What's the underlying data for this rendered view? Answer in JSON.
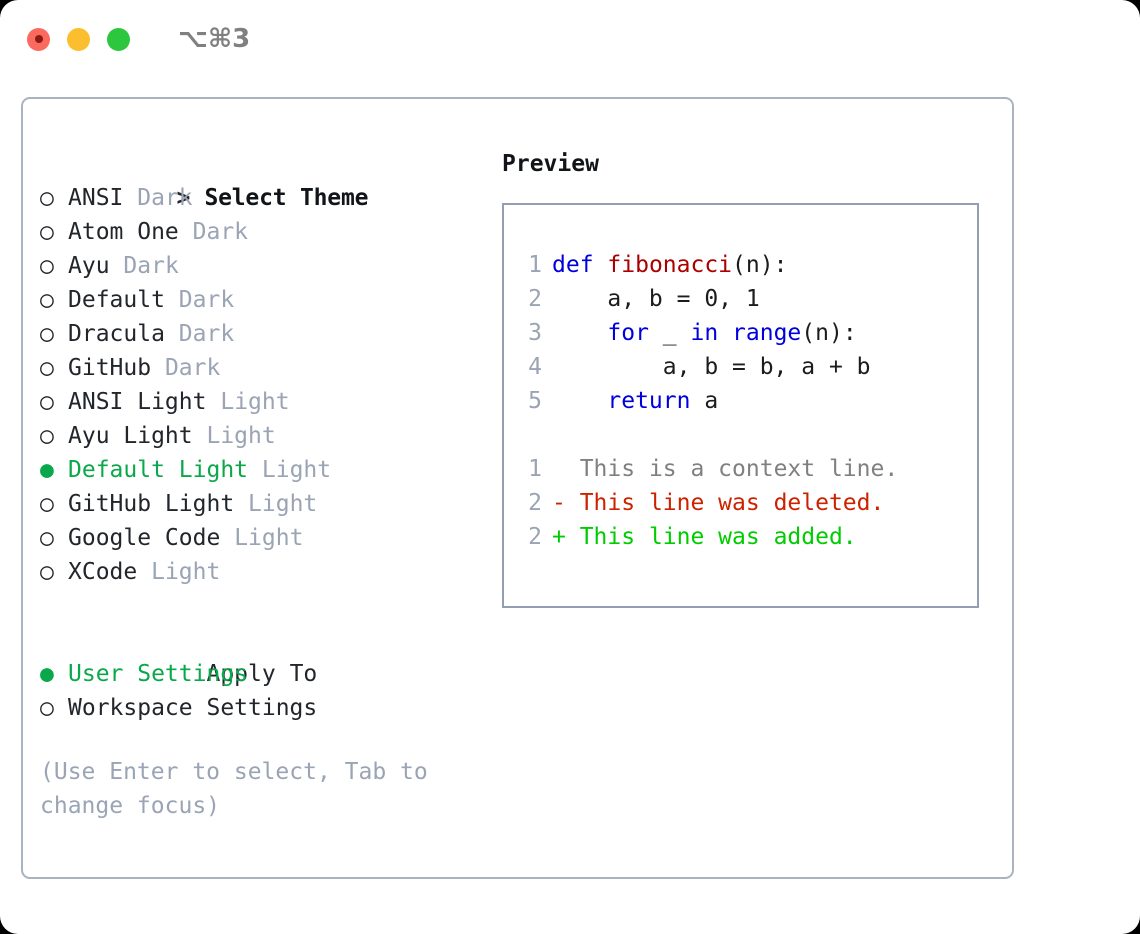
{
  "titlebar": {
    "shortcut": "⌥⌘3",
    "lights": [
      "close",
      "minimize",
      "zoom"
    ]
  },
  "left": {
    "header": "Select Theme",
    "header_prefix": "> ",
    "themes": [
      {
        "marker": "○",
        "name": "ANSI",
        "tag": "Dark",
        "selected": false
      },
      {
        "marker": "○",
        "name": "Atom One",
        "tag": "Dark",
        "selected": false
      },
      {
        "marker": "○",
        "name": "Ayu",
        "tag": "Dark",
        "selected": false
      },
      {
        "marker": "○",
        "name": "Default",
        "tag": "Dark",
        "selected": false
      },
      {
        "marker": "○",
        "name": "Dracula",
        "tag": "Dark",
        "selected": false
      },
      {
        "marker": "○",
        "name": "GitHub",
        "tag": "Dark",
        "selected": false
      },
      {
        "marker": "○",
        "name": "ANSI Light",
        "tag": "Light",
        "selected": false
      },
      {
        "marker": "○",
        "name": "Ayu Light",
        "tag": "Light",
        "selected": false
      },
      {
        "marker": "●",
        "name": "Default Light",
        "tag": "Light",
        "selected": true
      },
      {
        "marker": "○",
        "name": "GitHub Light",
        "tag": "Light",
        "selected": false
      },
      {
        "marker": "○",
        "name": "Google Code",
        "tag": "Light",
        "selected": false
      },
      {
        "marker": "○",
        "name": "XCode",
        "tag": "Light",
        "selected": false
      }
    ],
    "apply_to_header": "Apply To",
    "apply_to": [
      {
        "marker": "●",
        "name": "User Settings",
        "selected": true
      },
      {
        "marker": "○",
        "name": "Workspace Settings",
        "selected": false
      }
    ],
    "hint": "(Use Enter to select, Tab to change focus)"
  },
  "right": {
    "preview_title": "Preview",
    "code_lines": [
      {
        "no": "1",
        "tokens": [
          {
            "t": "def",
            "c": "kw"
          },
          {
            "t": " ",
            "c": "plain"
          },
          {
            "t": "fibonacci",
            "c": "fn"
          },
          {
            "t": "(n):",
            "c": "plain"
          }
        ]
      },
      {
        "no": "2",
        "tokens": [
          {
            "t": "    a, b = 0, 1",
            "c": "plain"
          }
        ]
      },
      {
        "no": "3",
        "tokens": [
          {
            "t": "    ",
            "c": "plain"
          },
          {
            "t": "for",
            "c": "kw"
          },
          {
            "t": " _ ",
            "c": "plain"
          },
          {
            "t": "in",
            "c": "kw"
          },
          {
            "t": " ",
            "c": "plain"
          },
          {
            "t": "range",
            "c": "kw"
          },
          {
            "t": "(n):",
            "c": "plain"
          }
        ]
      },
      {
        "no": "4",
        "tokens": [
          {
            "t": "        a, b = b, a + b",
            "c": "plain"
          }
        ]
      },
      {
        "no": "5",
        "tokens": [
          {
            "t": "    ",
            "c": "plain"
          },
          {
            "t": "return",
            "c": "kw"
          },
          {
            "t": " a",
            "c": "plain"
          }
        ]
      }
    ],
    "diff_lines": [
      {
        "no": "1",
        "sign": " ",
        "text": " This is a context line.",
        "kind": "ctx"
      },
      {
        "no": "2",
        "sign": "-",
        "text": " This line was deleted.",
        "kind": "del"
      },
      {
        "no": "2",
        "sign": "+",
        "text": " This line was added.",
        "kind": "add"
      }
    ]
  },
  "colors": {
    "selected_green": "#0aa84a",
    "tag_gray": "#9aa4b4",
    "keyword_blue": "#0000dd",
    "function_red": "#aa0000",
    "diff_add_green": "#00cc00",
    "diff_del_red": "#cc2200",
    "border_gray": "#aab3c0",
    "preview_border": "#939fb0"
  }
}
